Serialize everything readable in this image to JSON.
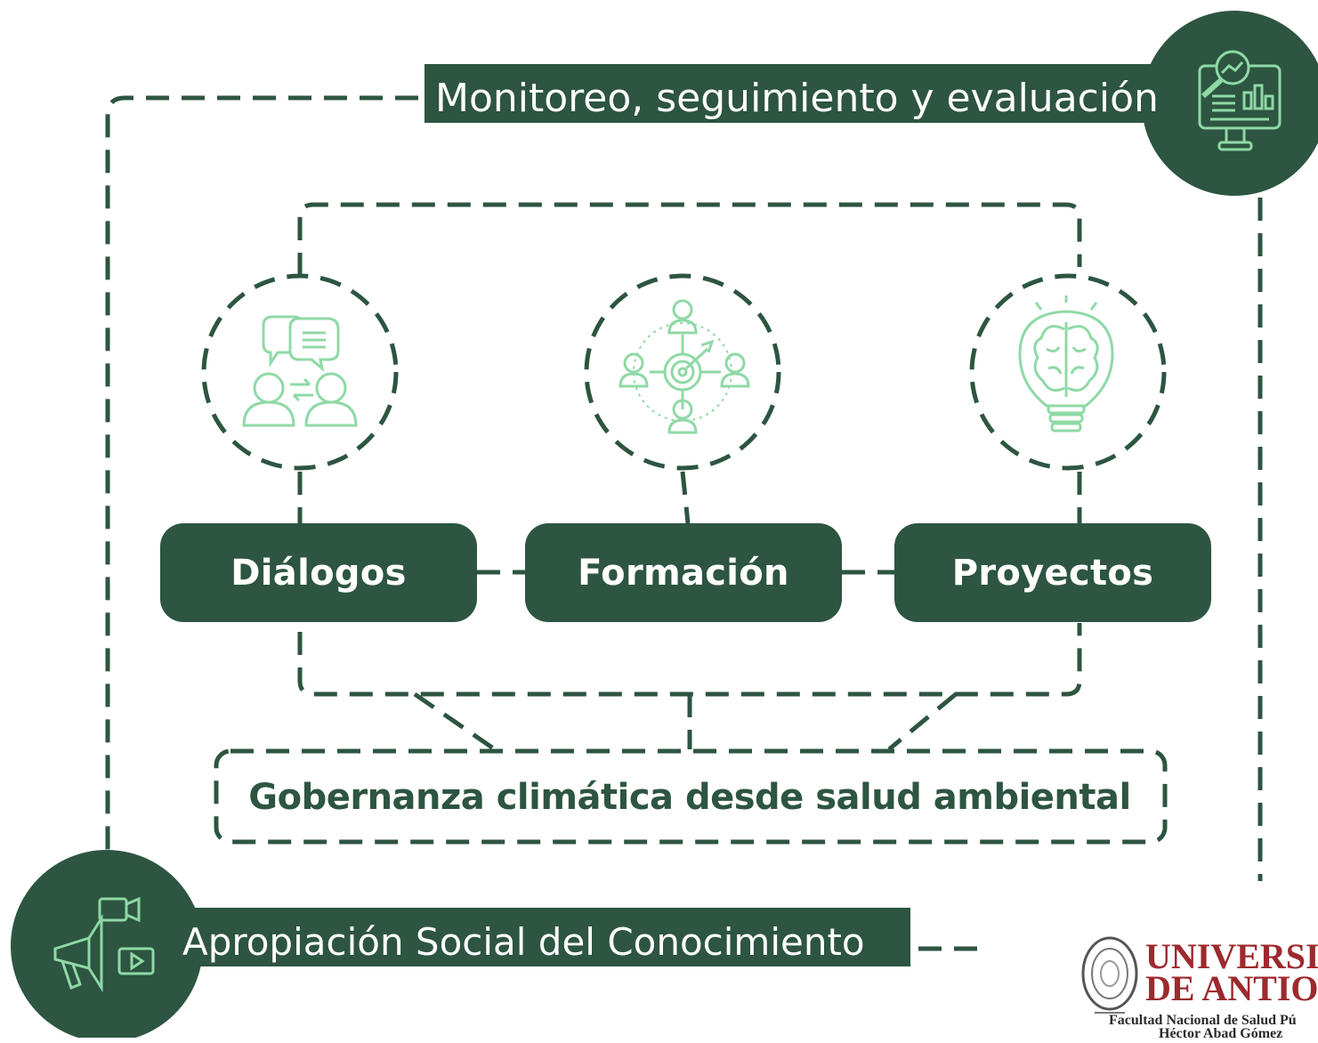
{
  "diagram": {
    "top_banner": "Monitoreo, seguimiento y evaluación",
    "bottom_banner": "Apropiación Social del Conocimiento",
    "nodes": [
      "Diálogos",
      "Formación",
      "Proyectos"
    ],
    "outcome": "Gobernanza climática desde salud ambiental"
  },
  "icons": {
    "monitor": "monitor-analytics-icon",
    "megaphone": "megaphone-media-icon",
    "dialogos": "people-conversation-icon",
    "formacion": "target-people-icon",
    "proyectos": "brain-lightbulb-icon",
    "seal": "university-seal-icon"
  },
  "logo": {
    "line1": "UNIVERSID",
    "line2": "DE ANTIOQ",
    "sub1": "Facultad Nacional de Salud Pú",
    "sub2": "Héctor Abad Gómez"
  },
  "colors": {
    "dark_green": "#2d5541",
    "light_green": "#8fd9a6",
    "logo_red": "#9c2a2e"
  }
}
